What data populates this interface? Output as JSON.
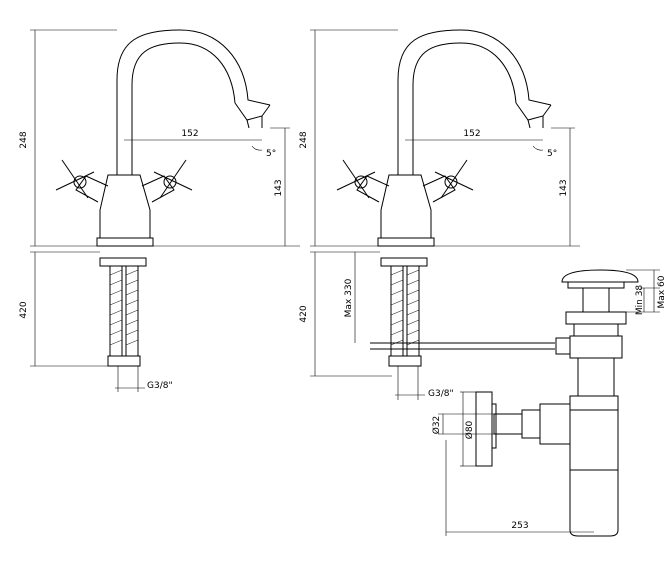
{
  "left_view": {
    "dims": {
      "total_height": "248",
      "reach": "152",
      "spout_height": "143",
      "hose_length": "420",
      "angle": "5°",
      "thread": "G3/8\""
    }
  },
  "right_view": {
    "dims": {
      "total_height": "248",
      "reach": "152",
      "spout_height": "143",
      "hose_length": "420",
      "pop_up_rod": "Max 330",
      "angle": "5°",
      "thread": "G3/8\""
    }
  },
  "waste_trap": {
    "dims": {
      "plug_min": "Min 38",
      "plug_max": "Max 60",
      "pipe_dia": "Ø32",
      "flange_dia": "Ø80",
      "depth": "253"
    }
  }
}
